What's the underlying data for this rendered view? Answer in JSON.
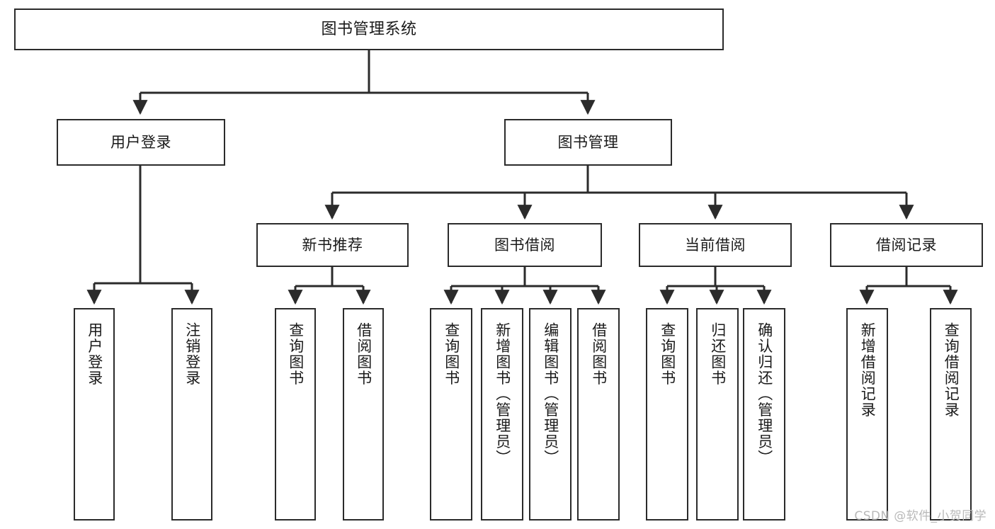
{
  "diagram": {
    "title": "图书管理系统",
    "type": "tree-hierarchy",
    "root": {
      "label": "图书管理系统"
    },
    "level2": [
      {
        "label": "用户登录"
      },
      {
        "label": "图书管理"
      }
    ],
    "level3": [
      {
        "label": "新书推荐"
      },
      {
        "label": "图书借阅"
      },
      {
        "label": "当前借阅"
      },
      {
        "label": "借阅记录"
      }
    ],
    "leaves": {
      "user_login": [
        {
          "label": "用户登录"
        },
        {
          "label": "注销登录"
        }
      ],
      "new_book_recommend": [
        {
          "label": "查询图书"
        },
        {
          "label": "借阅图书"
        }
      ],
      "book_borrow": [
        {
          "label": "查询图书"
        },
        {
          "label": "新增图书（管理员）"
        },
        {
          "label": "编辑图书（管理员）"
        },
        {
          "label": "借阅图书"
        }
      ],
      "current_borrow": [
        {
          "label": "查询图书"
        },
        {
          "label": "归还图书"
        },
        {
          "label": "确认归还（管理员）"
        }
      ],
      "borrow_record": [
        {
          "label": "新增借阅记录"
        },
        {
          "label": "查询借阅记录"
        }
      ]
    }
  },
  "watermark": {
    "text": "CSDN @软件_小贺同学"
  },
  "colors": {
    "stroke": "#2b2b2b",
    "box_fill": "#ffffff",
    "text": "#1a1a1a",
    "watermark": "#b9b9b9"
  }
}
